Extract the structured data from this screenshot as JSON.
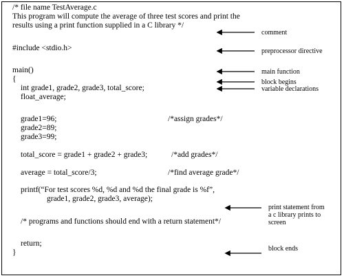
{
  "code": {
    "l01": "/* file name TestAverage.c",
    "l02": "This program will compute the average of three test scores and print the",
    "l03": "results using a print function supplied in a C library */",
    "l04": "#include <stdio.h>",
    "l05": "main()",
    "l06": "{",
    "l07": "int grade1, grade2, grade3, total_score;",
    "l08": "float_average;",
    "l09": "grade1=96;",
    "l10": "grade2=89;",
    "l11": "grade3=99;",
    "l12": "total_score = grade1 + grade2 + grade3;",
    "l13": "average = total_score/3;",
    "l14": "printf(“For test scores %d, %d and %d the final grade is %f”,",
    "l15": "grade1, grade2, grade3, average);",
    "l16": "/* programs and functions should end with a return statement*/",
    "l17": "return;",
    "l18": "}",
    "c_assign": "/*assign grades*/",
    "c_add": "/*add grades*/",
    "c_find": "/*find average grade*/"
  },
  "annotations": {
    "comment": "comment",
    "preprocessor": "preprocessor directive",
    "main_function": "main function",
    "block_begins": "block begins",
    "variable_declarations": "variable declarations",
    "print_statement_1": "print statement from",
    "print_statement_2": "a c library prints to",
    "print_statement_3": "screen",
    "block_ends": "block ends"
  }
}
